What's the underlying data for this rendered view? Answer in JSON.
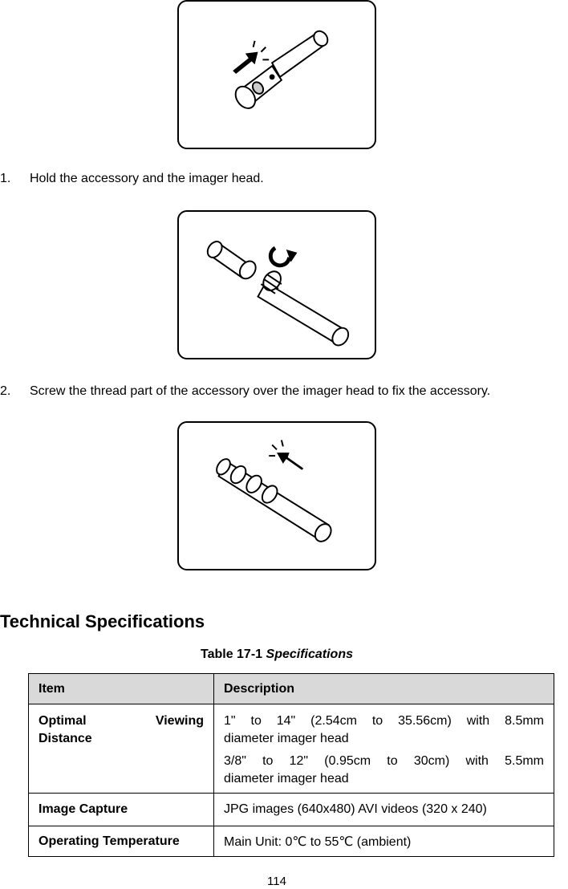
{
  "steps": [
    {
      "number": "1.",
      "text": "Hold the accessory and the imager head."
    },
    {
      "number": "2.",
      "text": "Screw the thread part of the accessory over the imager head to fix the accessory."
    }
  ],
  "section_title": "Technical Specifications",
  "table": {
    "caption_prefix": "Table 17-1",
    "caption_title": "Specifications",
    "headers": {
      "item": "Item",
      "description": "Description"
    },
    "rows": [
      {
        "item_line1": "Optimal Viewing",
        "item_line2": "Distance",
        "desc1_line1": "1\" to 14\" (2.54cm to 35.56cm) with 8.5mm",
        "desc1_line2": "diameter imager head",
        "desc2_line1": "3/8\" to 12\" (0.95cm to 30cm) with 5.5mm",
        "desc2_line2": "diameter imager head"
      },
      {
        "item": "Image Capture",
        "description": "JPG images (640x480) AVI videos (320 x 240)"
      },
      {
        "item": "Operating Temperature",
        "description": "Main Unit: 0℃ to 55℃ (ambient)"
      }
    ]
  },
  "page_number": "114",
  "figures": [
    {
      "icon": "insert-accessory-icon"
    },
    {
      "icon": "screw-accessory-icon"
    },
    {
      "icon": "attached-accessory-icon"
    }
  ]
}
